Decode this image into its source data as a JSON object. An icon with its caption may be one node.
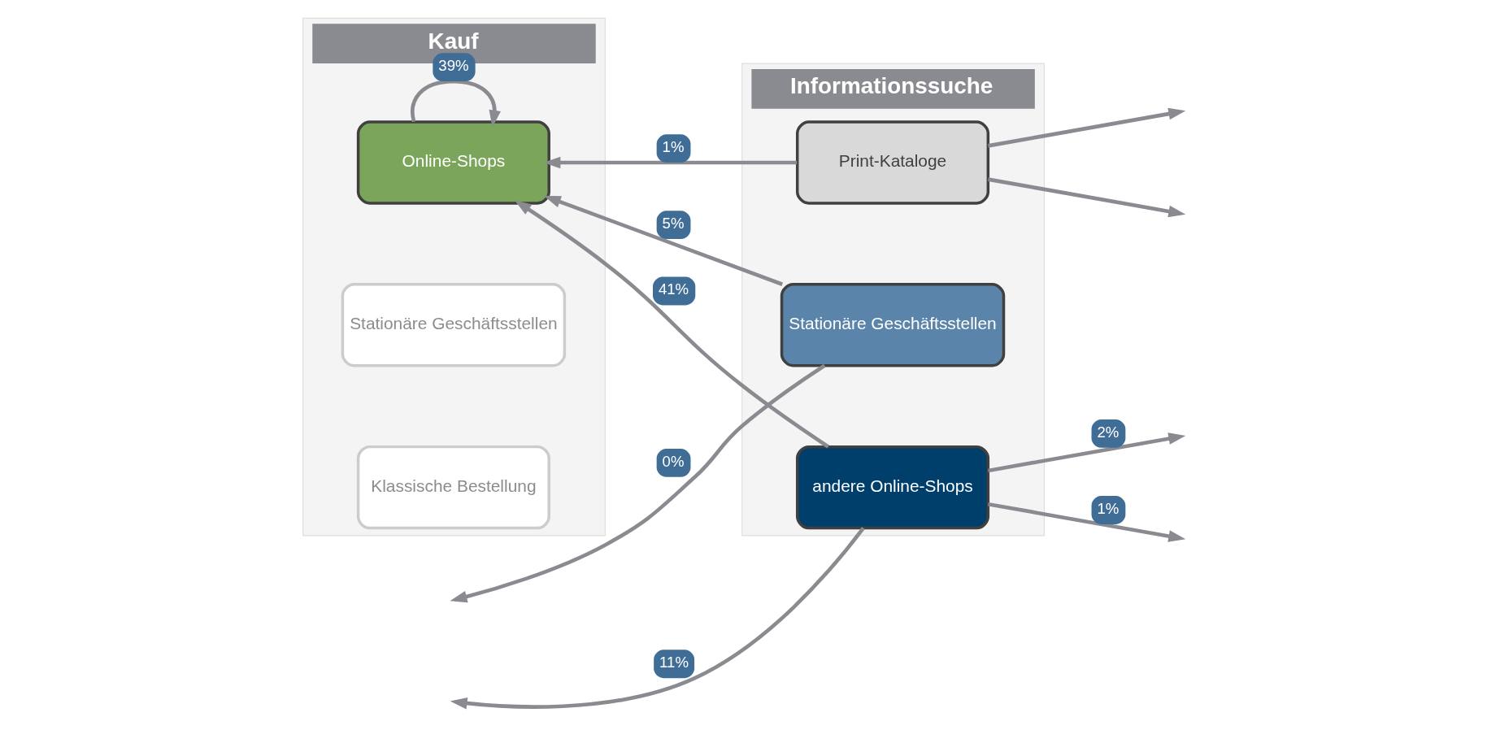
{
  "diagram": {
    "nodes": [
      {
        "text": [
          "Kauf"
        ]
      },
      {
        "text": [
          "Online-Shops"
        ],
        "in": 0
      },
      {
        "text": [
          "Stationäre Geschäftsstellen"
        ],
        "in": 0
      },
      {
        "text": [
          "Klassische Bestellung"
        ],
        "in": 0
      },
      {
        "text": [
          "Informationssuche"
        ]
      },
      {
        "text": [
          "andere Online-Shops"
        ],
        "in": 4
      },
      {
        "text": [
          "Stationäre Geschäftsstellen"
        ],
        "in": 4
      },
      {
        "text": [
          "Print-Kataloge"
        ],
        "in": 4
      }
    ],
    "edges": [
      {
        "from": 1,
        "to": 1,
        "label": "39%",
        "arrow": "to"
      },
      {
        "from": 5,
        "to": 1,
        "label": "41%",
        "arrow": "to"
      },
      {
        "from": 6,
        "to": 1,
        "label": "5%",
        "arrow": "to"
      },
      {
        "from": 7,
        "to": 1,
        "label": "1%",
        "arrow": "to"
      },
      {
        "from": 5,
        "to": null,
        "label": "11%",
        "arrow": "to"
      },
      {
        "from": 6,
        "to": null,
        "label": "0%",
        "arrow": "to"
      },
      {
        "from": 5,
        "to": null,
        "label": "2%",
        "arrow": "to"
      },
      {
        "from": 7,
        "to": null,
        "arrow": "to"
      },
      {
        "from": 5,
        "to": null,
        "label": "1%",
        "arrow": "to"
      },
      {
        "from": 7,
        "to": null,
        "arrow": "to"
      }
    ]
  }
}
